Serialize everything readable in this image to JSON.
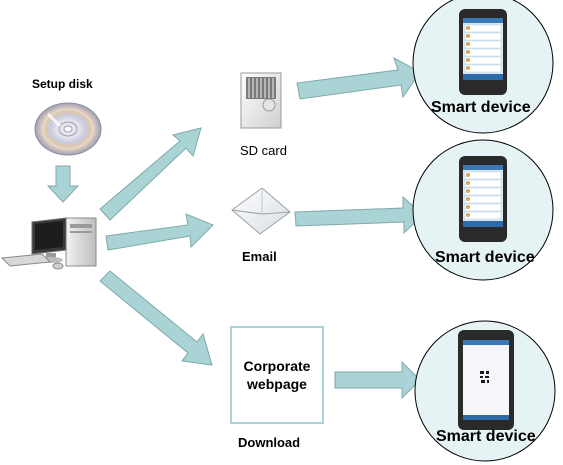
{
  "labels": {
    "setup_disk": "Setup disk",
    "sd_card": "SD card",
    "email": "Email",
    "download": "Download",
    "corporate_webpage_line1": "Corporate",
    "corporate_webpage_line2": "webpage",
    "smart_device_1": "Smart device",
    "smart_device_2": "Smart device",
    "smart_device_3": "Smart device"
  },
  "icons": {
    "disk": "cd-disc-icon",
    "computer": "desktop-computer-icon",
    "sd_card": "sd-card-icon",
    "email": "envelope-icon",
    "phone": "smartphone-icon"
  },
  "colors": {
    "arrow_fill": "#a9d3d5",
    "arrow_stroke": "#7fa9ab",
    "circle_fill": "#e6f3f4",
    "circle_stroke": "#000000",
    "phone_body": "#2a2a2a",
    "phone_screen": "#d7e8f6"
  }
}
